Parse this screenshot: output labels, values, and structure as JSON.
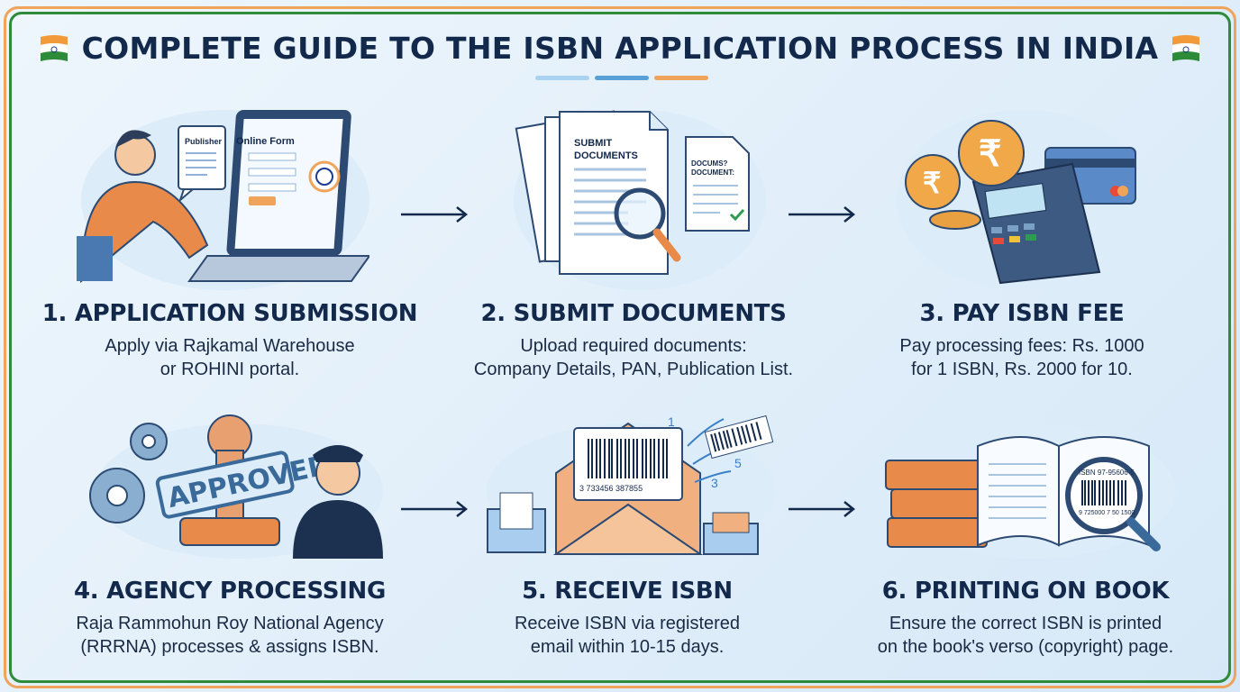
{
  "title": "COMPLETE GUIDE TO THE ISBN APPLICATION PROCESS IN INDIA",
  "colors": {
    "navy": "#13294b",
    "saffron": "#f0a35a",
    "green": "#2e8b3a",
    "blue": "#5aa0d8",
    "light_blue": "#a9d3f0"
  },
  "steps": [
    {
      "title": "1. APPLICATION SUBMISSION",
      "desc_line1": "Apply via Rajkamal Warehouse",
      "desc_line2": "or ROHINI portal.",
      "icon": "laptop-online-form",
      "illustration": {
        "bubble": "Publisher",
        "form_title": "Online Form"
      }
    },
    {
      "title": "2. SUBMIT DOCUMENTS",
      "desc_line1": "Upload required documents:",
      "desc_line2": "Company Details, PAN, Publication List.",
      "icon": "documents-magnifier",
      "illustration": {
        "doc_line1": "SUBMIT",
        "doc_line2": "DOCUMENTS",
        "doc2_line1": "DOCUMS?",
        "doc2_line2": "DOCUMENT:"
      }
    },
    {
      "title": "3. PAY ISBN FEE",
      "desc_line1": "Pay processing fees: Rs. 1000",
      "desc_line2": "for 1 ISBN, Rs. 2000 for 10.",
      "icon": "rupee-coins-card-terminal",
      "illustration": {
        "currency": "₹"
      }
    },
    {
      "title": "4. AGENCY PROCESSING",
      "desc_line1": "Raja Rammohun Roy National Agency",
      "desc_line2": "(RRRNA) processes & assigns ISBN.",
      "icon": "approved-stamp-officer",
      "illustration": {
        "stamp": "APPROVED"
      }
    },
    {
      "title": "5. RECEIVE ISBN",
      "desc_line1": "Receive ISBN via registered",
      "desc_line2": "email within 10-15 days.",
      "icon": "envelope-barcode",
      "illustration": {
        "barcode_number": "3  733456  387855",
        "n1": "1",
        "n3": "3",
        "n5": "5"
      }
    },
    {
      "title": "6. PRINTING ON BOOK",
      "desc_line1": "Ensure the correct ISBN is printed",
      "desc_line2": "on the book's verso (copyright) page.",
      "icon": "books-magnifier-barcode",
      "illustration": {
        "isbn_label": "ISBN 97-95606-5",
        "barcode_number": "9 725000 7 50 1500"
      }
    }
  ]
}
